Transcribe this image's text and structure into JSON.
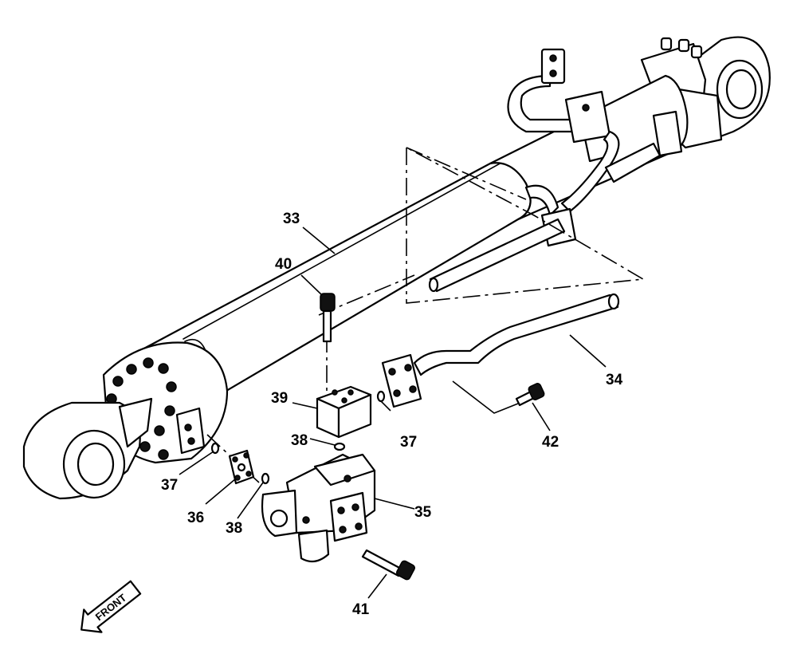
{
  "callouts": {
    "c33": "33",
    "c34": "34",
    "c35": "35",
    "c36": "36",
    "c37a": "37",
    "c37b": "37",
    "c38a": "38",
    "c38b": "38",
    "c39": "39",
    "c40": "40",
    "c41": "41",
    "c42": "42"
  },
  "front_arrow": {
    "label": "FRONT"
  },
  "colors": {
    "line": "#000000",
    "background": "#ffffff"
  }
}
